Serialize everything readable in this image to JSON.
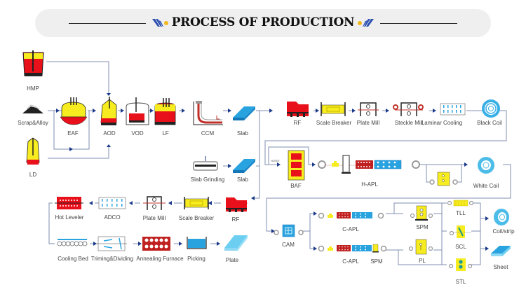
{
  "header": {
    "title": "PROCESS OF PRODUCTION",
    "accent_blue": "#2a4fb0",
    "accent_yellow": "#f2b81b"
  },
  "colors": {
    "molten": "#e8101a",
    "slag": "#f7ec1f",
    "steel_blue": "#29a3e0",
    "line": "#7f8fb0",
    "arrow": "#1a3a8a"
  },
  "steelmaking": {
    "hmp": "HMP",
    "scrap": "Scrap&Alloy",
    "ld": "LD",
    "eaf": "EAF",
    "aod": "AOD",
    "vod": "VOD",
    "lf": "LF",
    "ccm": "CCM",
    "slab1": "Slab",
    "slab_grinding": "Slab Grinding",
    "slab2": "Slab"
  },
  "hot_rolling": {
    "rf": "RF",
    "scale_breaker": "Scale Breaker",
    "plate_mill": "Plate Mill",
    "steckle_mill": "Steckle Mill",
    "laminar_cooling": "Laminar Cooling",
    "black_coil": "Black Coil"
  },
  "annealing": {
    "baf": "BAF",
    "baf_note": "HOBER",
    "h_apl": "H-APL",
    "white_coil": "White Coil"
  },
  "plate_line": {
    "rf": "RF",
    "scale_breaker": "Scale Breaker",
    "plate_mill": "Plate Mill",
    "adco": "ADCO",
    "hot_leveler": "Hot Leveler",
    "cooling_bed": "Cooling Bed",
    "trimming": "Triming&Dividing",
    "annealing_furnace": "Annealing Furnace",
    "picking": "Picking",
    "plate": "Plate"
  },
  "cold_rolling": {
    "cam": "CAM",
    "c_apl1": "C-APL",
    "spm1": "SPM",
    "c_apl2": "C-APL",
    "spm2": "SPM",
    "pl": "PL",
    "tll": "TLL",
    "scl": "SCL",
    "stl": "STL",
    "coil_strip": "Coil/strip",
    "sheet": "Sheet"
  }
}
